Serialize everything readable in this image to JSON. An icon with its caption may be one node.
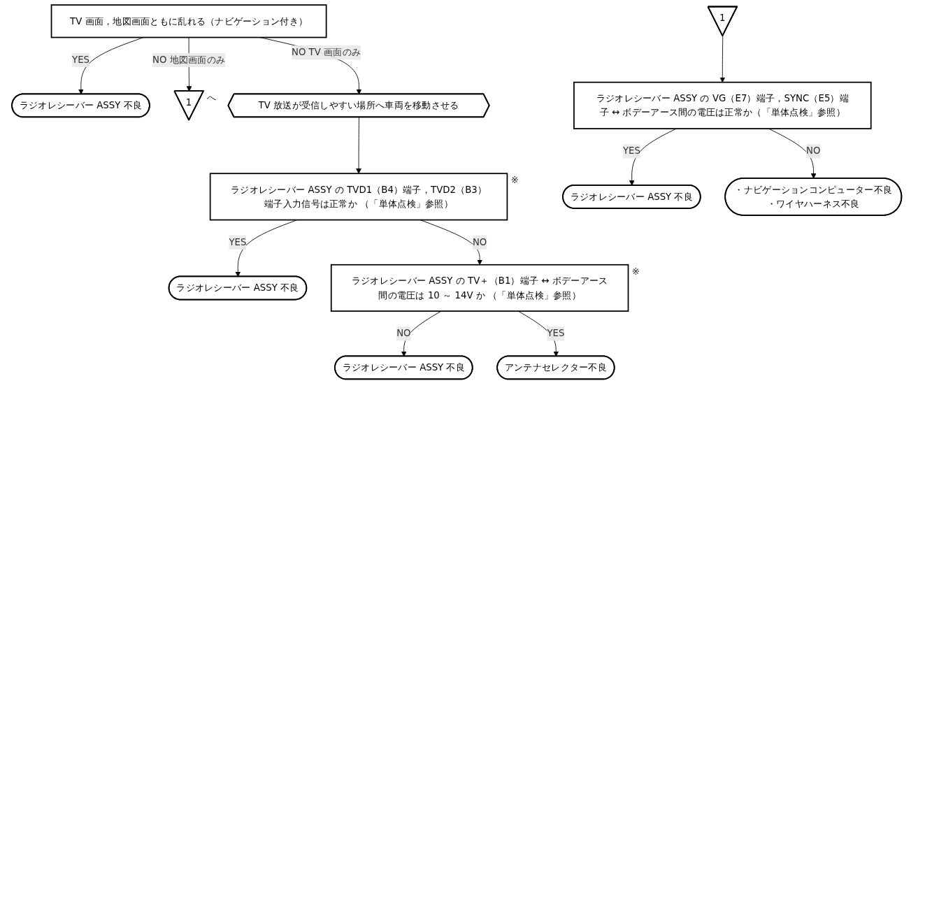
{
  "diagram": {
    "nodes": [
      {
        "text": [
          "TV 画面，地図画面ともに乱れる（ナビゲーション付き）"
        ]
      },
      {
        "text": [
          "ラジオレシーバー ASSY 不良"
        ]
      },
      {
        "text": [
          "1"
        ],
        "beside": [
          "へ"
        ]
      },
      {
        "text": [
          "TV 放送が受信しやすい場所へ車両を移動させる"
        ]
      },
      {
        "text": [
          "ラジオレシーバー ASSY の TVD1（B4）端子，TVD2（B3）端子入力信号は正常か （「単体点検」参照）"
        ],
        "beside": [
          "※"
        ]
      },
      {
        "text": [
          "ラジオレシーバー ASSY 不良"
        ]
      },
      {
        "text": [
          "ラジオレシーバー ASSY の TV＋（B1）端子 ↔ ボデーアース間の電圧は 10 ～ 14V か （「単体点検」参照）"
        ],
        "beside": [
          "※"
        ]
      },
      {
        "text": [
          "ラジオレシーバー ASSY 不良"
        ]
      },
      {
        "text": [
          "アンテナセレクター不良"
        ]
      },
      {
        "text": [
          "1"
        ]
      },
      {
        "text": [
          "ラジオレシーバー ASSY の VG（E7）端子，SYNC（E5）端子 ↔ ボデーアース間の電圧は正常か（「単体点検」参照）"
        ]
      },
      {
        "text": [
          "ラジオレシーバー ASSY 不良"
        ]
      },
      {
        "text": [
          "・ナビゲーションコンピューター不良",
          "・ワイヤハーネス不良"
        ]
      }
    ],
    "edges": [
      {
        "from": 0,
        "to": 1,
        "arrow": "to",
        "label": "YES"
      },
      {
        "from": 0,
        "to": 2,
        "arrow": "to",
        "label": "NO 地図画面のみ"
      },
      {
        "from": 0,
        "to": 3,
        "arrow": "to",
        "label": "NO TV 画面のみ"
      },
      {
        "from": 3,
        "to": 4,
        "arrow": "to"
      },
      {
        "from": 4,
        "to": 5,
        "arrow": "to",
        "label": "YES"
      },
      {
        "from": 4,
        "to": 6,
        "arrow": "to",
        "label": "NO"
      },
      {
        "from": 6,
        "to": 7,
        "arrow": "to",
        "label": "NO"
      },
      {
        "from": 6,
        "to": 8,
        "arrow": "to",
        "label": "YES"
      },
      {
        "from": 9,
        "to": 10,
        "arrow": "to"
      },
      {
        "from": 10,
        "to": 11,
        "arrow": "to",
        "label": "YES"
      },
      {
        "from": 10,
        "to": 12,
        "arrow": "to",
        "label": "NO"
      }
    ]
  }
}
